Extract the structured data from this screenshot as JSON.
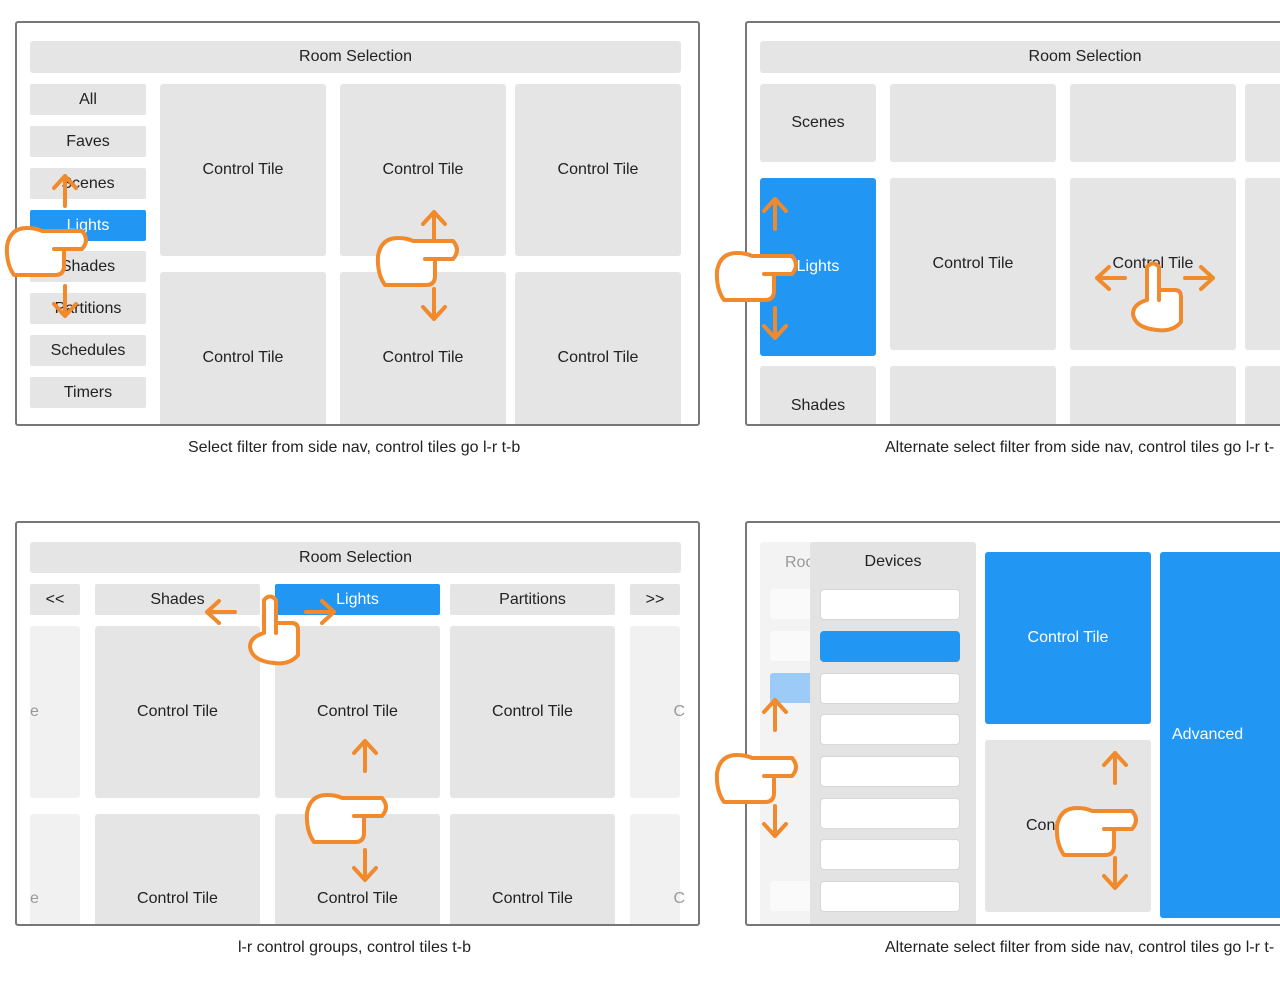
{
  "panel1": {
    "header": "Room Selection",
    "nav": [
      "All",
      "Faves",
      "Scenes",
      "Lights",
      "Shades",
      "Partitions",
      "Schedules",
      "Timers"
    ],
    "tiles": [
      "Control Tile",
      "Control Tile",
      "Control Tile",
      "Control Tile",
      "Control Tile",
      "Control Tile"
    ],
    "caption": "Select filter from side nav, control tiles go l-r t-b"
  },
  "panel2": {
    "header": "Room Selection",
    "nav": [
      "Scenes",
      "Lights",
      "Shades"
    ],
    "tiles": [
      "Control Tile",
      "Control Tile"
    ],
    "caption": "Alternate select filter from side nav, control tiles go l-r t-"
  },
  "panel3": {
    "header": "Room Selection",
    "prev": "<<",
    "next": ">>",
    "groups": [
      "Shades",
      "Lights",
      "Partitions"
    ],
    "tiles": [
      "Control Tile",
      "Control Tile",
      "Control Tile",
      "Control Tile",
      "Control Tile",
      "Control Tile"
    ],
    "edge_left": "e",
    "edge_right": "C",
    "caption": "l-r control groups, control tiles t-b"
  },
  "panel4": {
    "peek": "Roo",
    "devices_title": "Devices",
    "tile_primary": "Control Tile",
    "tile_secondary": "Control Tile",
    "advanced": "Advanced",
    "caption": "Alternate select filter from side nav, control tiles go l-r t-"
  },
  "colors": {
    "accent": "#2196f3",
    "gesture": "#f08a2c",
    "tile": "#e5e5e5",
    "frame": "#777777"
  }
}
